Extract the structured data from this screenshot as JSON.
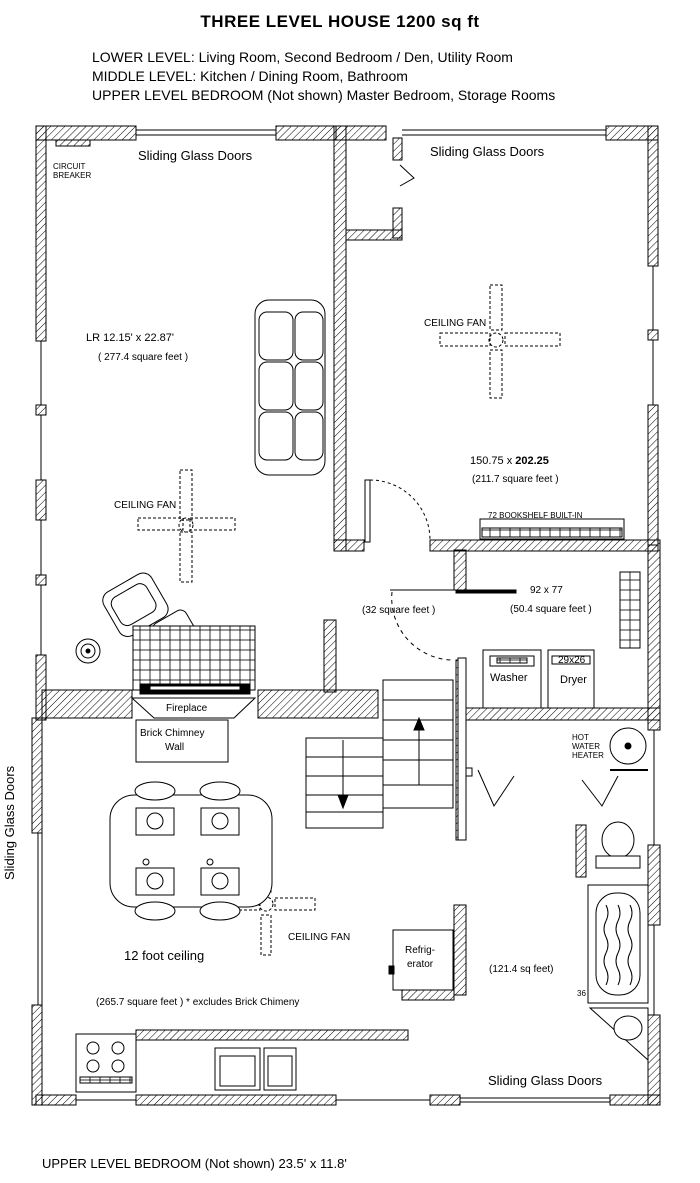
{
  "header": {
    "title": "THREE LEVEL HOUSE  1200 sq ft",
    "lower_level": "LOWER LEVEL:  Living Room,  Second Bedroom / Den, Utility Room",
    "middle_level": "MIDDLE LEVEL:  Kitchen / Dining Room,  Bathroom",
    "upper_level": "UPPER LEVEL BEDROOM (Not shown)  Master Bedroom, Storage Rooms"
  },
  "labels": {
    "sliding_doors_lr": "Sliding Glass Doors",
    "sliding_doors_bed": "Sliding Glass Doors",
    "sliding_doors_left": "Sliding Glass Doors",
    "sliding_doors_bath": "Sliding Glass Doors",
    "circuit_breaker_1": "CIRCUIT",
    "circuit_breaker_2": "BREAKER",
    "lr_dims": "LR 12.15' x 22.87'",
    "lr_area": "( 277.4 square feet )",
    "ceiling_fan_lr": "CEILING FAN",
    "ceiling_fan_bed": "CEILING FAN",
    "ceiling_fan_kitchen": "CEILING FAN",
    "bed_dims_a": "150.75 x ",
    "bed_dims_b": "202.25",
    "bed_area": "(211.7 square feet )",
    "bookshelf": "72 BOOKSHELF BUILT-IN",
    "hall_area": "(32 square feet )",
    "utility_dims": "92 x 77",
    "utility_area": "(50.4 square feet )",
    "washer": "Washer",
    "dryer_dims": "29x26",
    "dryer": "Dryer",
    "fireplace": "Fireplace",
    "chimney_1": "Brick Chimney",
    "chimney_2": "Wall",
    "water_heater_1": "HOT",
    "water_heater_2": "WATER",
    "water_heater_3": "HEATER",
    "refrigerator_1": "Refrig-",
    "refrigerator_2": "erator",
    "ceiling_height": "12 foot ceiling",
    "kitchen_area": "(265.7 square feet ) * excludes Brick Chimeny",
    "bath_area": "(121.4 sq feet)",
    "tub_width": "36"
  },
  "footer": "UPPER LEVEL BEDROOM (Not shown)  23.5' x 11.8'"
}
